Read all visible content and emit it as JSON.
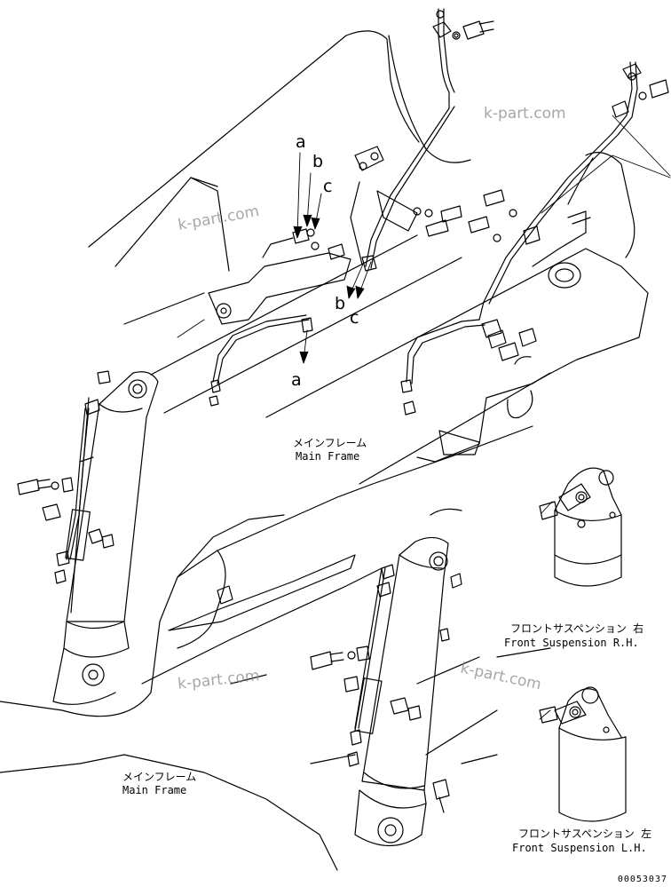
{
  "labels": {
    "main_frame_top_jp": "メインフレーム",
    "main_frame_top_en": "Main Frame",
    "main_frame_bottom_jp": "メインフレーム",
    "main_frame_bottom_en": "Main Frame",
    "front_susp_rh_jp": "フロントサスペンション 右",
    "front_susp_rh_en": "Front Suspension R.H.",
    "front_susp_lh_jp": "フロントサスペンション 左",
    "front_susp_lh_en": "Front Suspension L.H."
  },
  "callouts": {
    "a_top": "a",
    "b_top": "b",
    "c_top": "c",
    "b_mid": "b",
    "c_mid": "c",
    "a_bottom": "a"
  },
  "watermarks": [
    "k-part.com",
    "k-part.com",
    "k-part.com",
    "k-part.com"
  ],
  "drawing_code": "00053037"
}
